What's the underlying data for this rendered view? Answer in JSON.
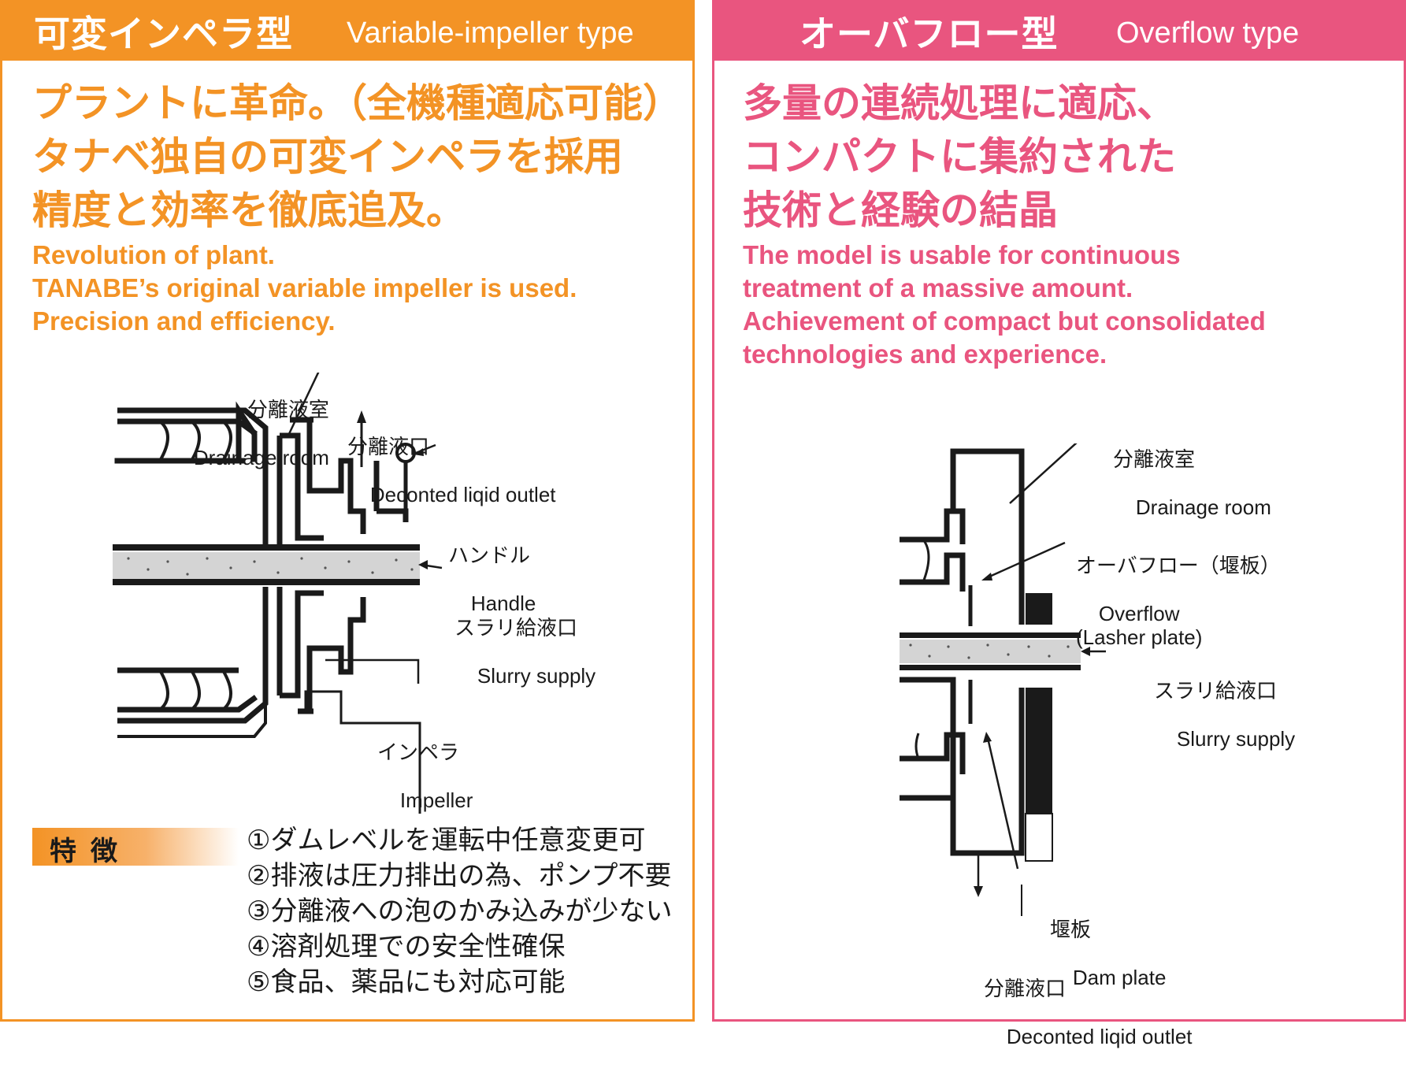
{
  "left": {
    "header_jp": "可変インペラ型",
    "header_en": "Variable-impeller type",
    "headline_jp": "プラントに革命。（全機種適応可能）\nタナベ独自の可変インペラを採用\n精度と効率を徹底追及。",
    "headline_en": "Revolution of plant.\nTANABE’s original variable impeller is used.\nPrecision and efficiency.",
    "labels": {
      "drain_jp": "分離液室",
      "drain_en": "Drainage room",
      "outlet_jp": "分離液口",
      "outlet_en": "Deconted liqid outlet",
      "handle_jp": "ハンドル",
      "handle_en": "Handle",
      "slurry_jp": "スラリ給液口",
      "slurry_en": "Slurry supply",
      "impeller_jp": "インペラ",
      "impeller_en": "Impeller"
    },
    "features_title": "特徴",
    "features": [
      "①ダムレベルを運転中任意変更可",
      "②排液は圧力排出の為、ポンプ不要",
      "③分離液への泡のかみ込みが少ない",
      "④溶剤処理での安全性確保",
      "⑤食品、薬品にも対応可能"
    ],
    "accent": "#F39325"
  },
  "right": {
    "header_jp": "オーバフロー型",
    "header_en": "Overflow type",
    "headline_jp": "多量の連続処理に適応、\nコンパクトに集約された\n技術と経験の結晶",
    "headline_en": "The model is usable for continuous\ntreatment of a massive amount.\nAchievement of compact but consolidated\ntechnologies and experience.",
    "labels": {
      "drain_jp": "分離液室",
      "drain_en": "Drainage room",
      "overflow_jp": "オーバフロー（堰板）",
      "overflow_en": "Overflow\n(Lasher plate)",
      "slurry_jp": "スラリ給液口",
      "slurry_en": "Slurry supply",
      "dam_jp": "堰板",
      "dam_en": "Dam plate",
      "outlet_jp": "分離液口",
      "outlet_en": "Deconted liqid outlet"
    },
    "accent": "#E9557F"
  }
}
